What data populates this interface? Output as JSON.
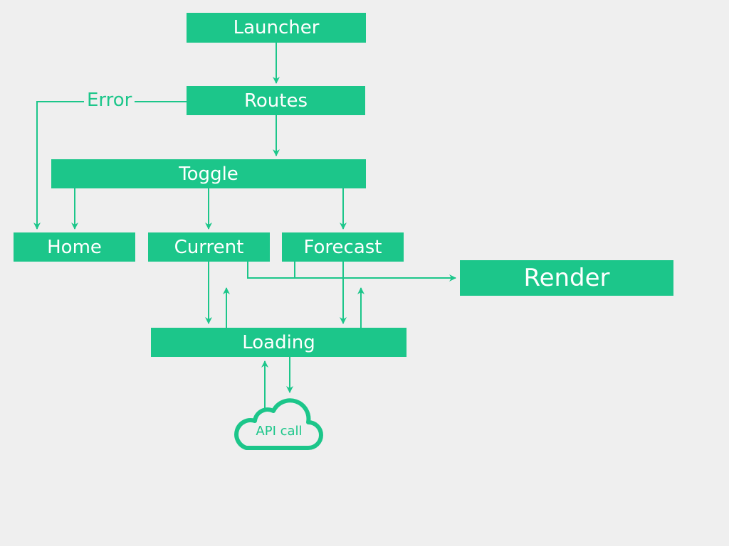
{
  "colors": {
    "background": "#efefef",
    "node_fill": "#1cc68a",
    "node_text": "#ffffff",
    "edge": "#1cc68a",
    "label": "#1cc68a"
  },
  "nodes": {
    "launcher": "Launcher",
    "routes": "Routes",
    "toggle": "Toggle",
    "home": "Home",
    "current": "Current",
    "forecast": "Forecast",
    "render": "Render",
    "loading": "Loading"
  },
  "edge_labels": {
    "error": "Error"
  },
  "cloud": {
    "label": "API call",
    "icon": "cloud-icon"
  }
}
